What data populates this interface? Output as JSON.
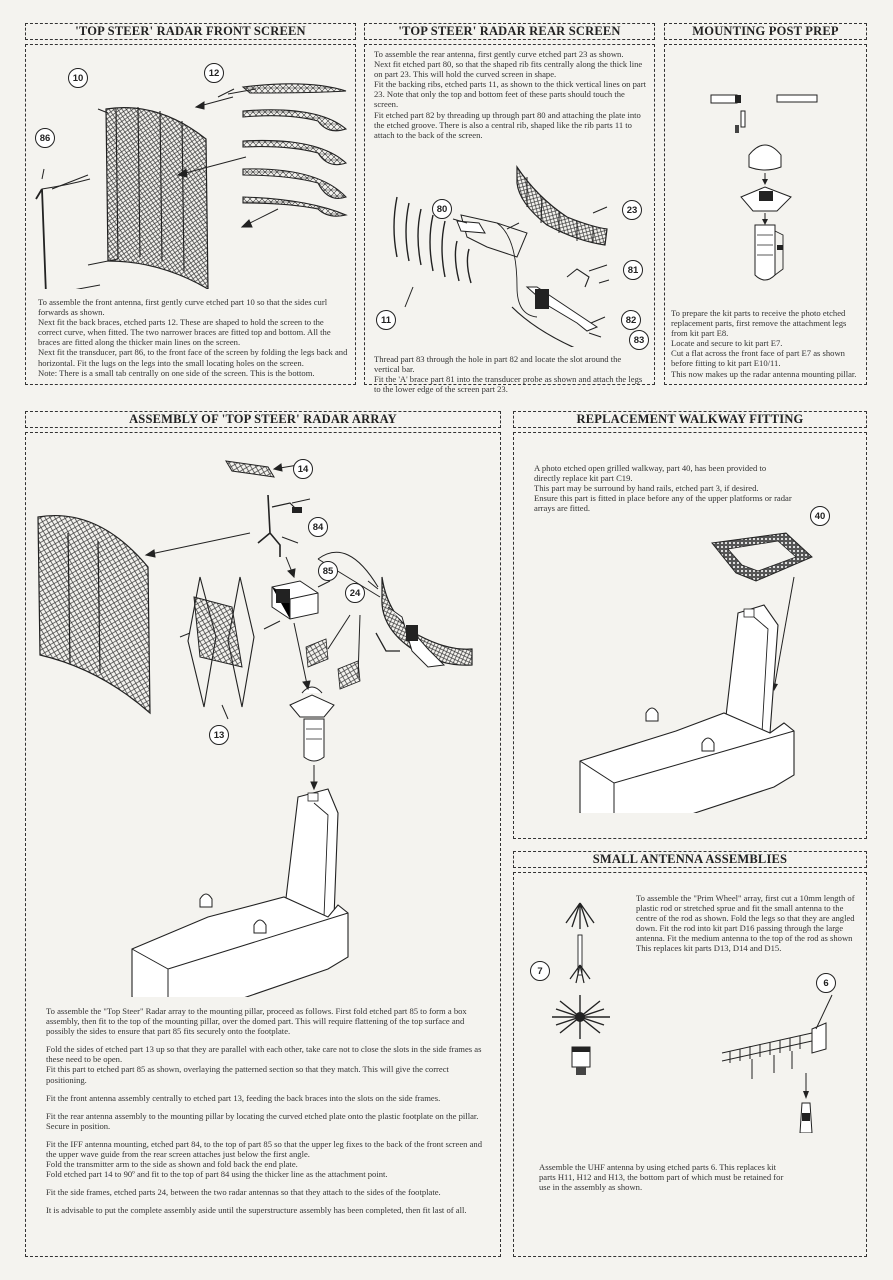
{
  "panels": {
    "front_screen": {
      "title": "'TOP STEER' RADAR FRONT SCREEN",
      "callouts": [
        "10",
        "12",
        "86"
      ],
      "text": "To assemble the front antenna, first gently curve etched part 10 so that the sides curl forwards as shown.\nNext fit the back braces, etched parts 12.  These are shaped to hold the screen to the correct curve, when fitted.  The two narrower braces are fitted top and bottom. All the braces are fitted along the thicker main lines on the screen.\nNext fit the transducer, part 86,  to the front face of the screen by folding the legs back and horizontal. Fit the lugs on the legs into the small locating holes on the screen.\nNote: There is a small tab centrally on one side of the screen. This is the bottom."
    },
    "rear_screen": {
      "title": "'TOP STEER' RADAR REAR SCREEN",
      "callouts": [
        "80",
        "23",
        "81",
        "82",
        "83",
        "11"
      ],
      "text_top": "To assemble the rear antenna, first gently curve etched part 23 as shown.\nNext fit etched part 80, so that the shaped rib fits centrally along the thick line on part 23. This will hold the curved screen in shape.\nFit the backing ribs, etched parts 11, as shown to the thick vertical lines on part 23. Note that only the top and bottom feet of these parts should touch the screen.\nFit etched part 82 by threading up through part 80 and attaching the plate into the etched groove. There is also a central rib, shaped like the rib parts 11 to attach to the back of the screen.",
      "text_bottom": "Thread part 83 through the hole in part 82 and locate the slot around the vertical bar.\nFit the 'A' brace part 81 into the transducer probe as shown and attach the legs to the lower edge of the screen part 23."
    },
    "mounting_post": {
      "title": "MOUNTING POST PREP",
      "text": "To prepare the kit parts to receive the photo etched replacement parts, first remove the attachment legs from kit part E8.\nLocate and secure to kit part E7.\nCut a flat across the front face of part E7 as shown before fitting to kit part E10/11.\nThis now makes up the radar antenna mounting pillar."
    },
    "assembly": {
      "title": "ASSEMBLY OF 'TOP STEER' RADAR ARRAY",
      "callouts": [
        "14",
        "84",
        "85",
        "24",
        "13"
      ],
      "paragraphs": [
        "To assemble the \"Top Steer\" Radar array to the mounting pillar, proceed as follows.    First fold etched part 85 to form a box assembly, then fit to the top of the mounting pillar, over the domed part.  This will require flattening of the top surface and possibly the sides to ensure that part 85 fits securely onto the footplate.",
        "Fold the sides of etched part 13 up so that they are parallel with each other, take care not to close the slots in the side frames as these need to be open.\nFit this part to etched part 85 as shown, overlaying the patterned section so that they match.  This will give the correct positioning.",
        "Fit the front antenna assembly centrally to etched part 13, feeding the back braces into the slots on the side frames.",
        "Fit the rear antenna assembly to the mounting pillar by locating the curved etched plate onto the plastic footplate on the pillar. Secure in position.",
        "Fit the IFF antenna mounting, etched part 84, to the top of part 85 so that the upper leg fixes to the back of the front screen and the upper wave guide from the rear screen attaches just below the first angle.\nFold the transmitter arm to the side as shown and fold back the end plate.\nFold etched part 14 to 90º and fit to the top of part 84 using the thicker line as the attachment point.",
        "Fit the side frames, etched parts 24, between the two radar antennas so that they attach to the sides of the footplate.",
        "It is advisable to put the complete assembly aside until the superstructure assembly has been completed, then fit last of all."
      ]
    },
    "walkway": {
      "title": "REPLACEMENT WALKWAY FITTING",
      "callouts": [
        "40"
      ],
      "text": "A photo etched open grilled walkway, part 40, has been provided to directly replace kit part C19.\nThis part may be surround by hand rails, etched part 3, if desired.\nEnsure this part is fitted in place before any of the upper platforms or radar arrays are fitted."
    },
    "small_antenna": {
      "title": "SMALL ANTENNA ASSEMBLIES",
      "callouts": [
        "7",
        "6"
      ],
      "text_top": "To assemble the \"Prim Wheel\" array, first cut a 10mm length of plastic rod or stretched sprue and fit the small antenna to the centre of the rod as shown. Fold the legs so that they are angled down.  Fit the rod into kit part D16 passing through the large antenna.  Fit the medium antenna to the top of the rod as shown      This replaces kit parts D13, D14 and D15.",
      "text_bottom": "Assemble the UHF antenna by using etched parts 6.       This replaces kit parts H11, H12 and H13, the bottom part of which must be retained for use in the assembly as shown."
    }
  }
}
